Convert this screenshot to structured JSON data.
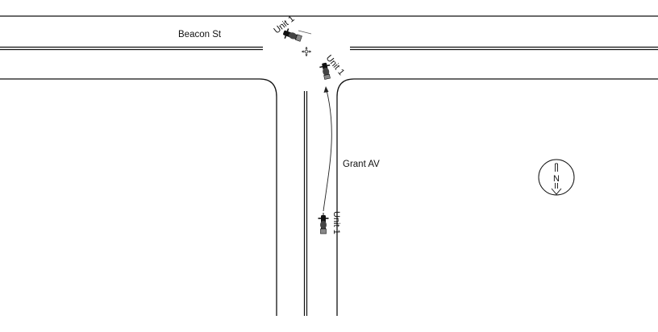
{
  "streets": {
    "horizontal_name": "Beacon St",
    "vertical_name": "Grant AV"
  },
  "units": {
    "top_label": "Unit 1",
    "mid_label": "Unit 1",
    "bottom_label": "Unit 1"
  },
  "compass": {
    "letter": "N",
    "icon": "north-arrow-icon"
  },
  "colors": {
    "line": "#111111",
    "background": "#ffffff"
  }
}
